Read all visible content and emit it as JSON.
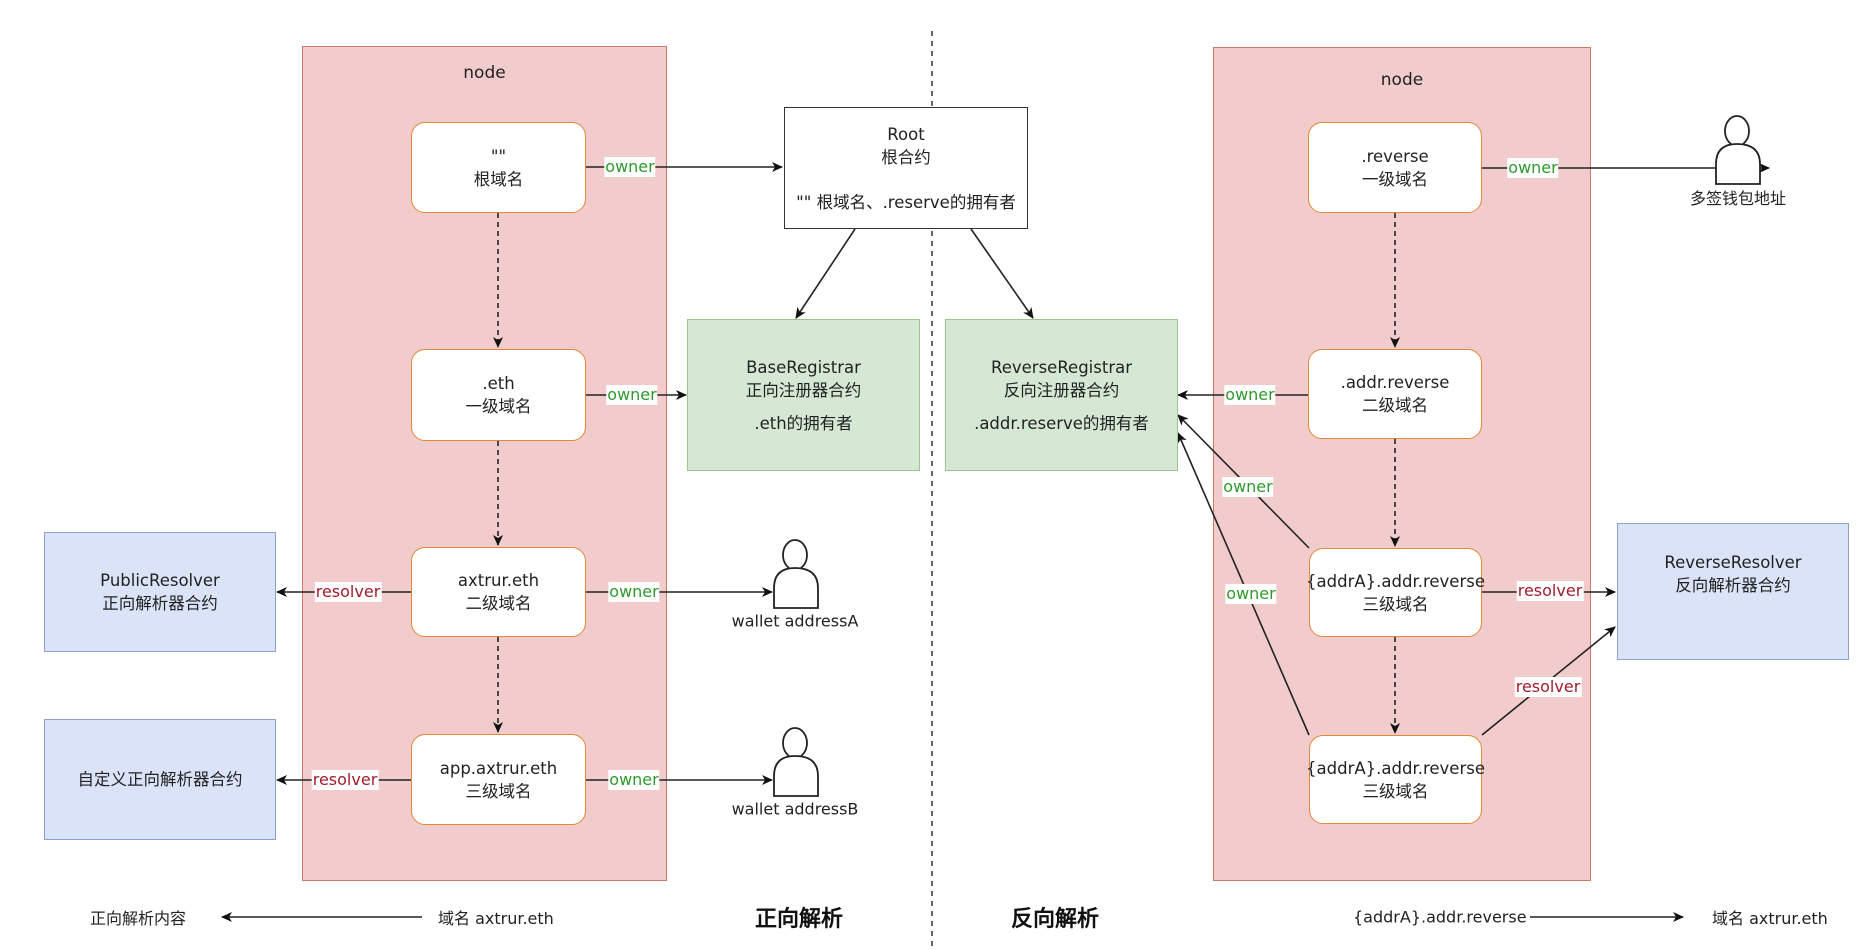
{
  "forward": {
    "container_title": "node",
    "nodes": [
      {
        "line1": "\"\"",
        "line2": "根域名"
      },
      {
        "line1": ".eth",
        "line2": "一级域名"
      },
      {
        "line1": "axtrur.eth",
        "line2": "二级域名"
      },
      {
        "line1": "app.axtrur.eth",
        "line2": "三级域名"
      }
    ],
    "base_registrar": {
      "name": "BaseRegistrar",
      "desc": "正向注册器合约",
      "note": ".eth的拥有者"
    },
    "public_resolver": {
      "name": "PublicResolver",
      "desc": "正向解析器合约"
    },
    "custom_resolver": {
      "desc": "自定义正向解析器合约"
    },
    "wallet_a": "wallet addressA",
    "wallet_b": "wallet addressB",
    "legend": {
      "target": "正向解析内容",
      "source": "域名 axtrur.eth"
    },
    "section_title": "正向解析"
  },
  "root": {
    "name": "Root",
    "desc": "根合约",
    "note": "\"\" 根域名、.reserve的拥有者"
  },
  "reverse": {
    "container_title": "node",
    "nodes": [
      {
        "line1": ".reverse",
        "line2": "一级域名"
      },
      {
        "line1": ".addr.reverse",
        "line2": "二级域名"
      },
      {
        "line1": "{addrA}.addr.reverse",
        "line2": "三级域名"
      },
      {
        "line1": "{addrA}.addr.reverse",
        "line2": "三级域名"
      }
    ],
    "reverse_registrar": {
      "name": "ReverseRegistrar",
      "desc": "反向注册器合约",
      "note": ".addr.reserve的拥有者"
    },
    "reverse_resolver": {
      "name": "ReverseResolver",
      "desc": "反向解析器合约"
    },
    "multisig": "多签钱包地址",
    "legend": {
      "source": "{addrA}.addr.reverse",
      "target": "域名 axtrur.eth"
    },
    "section_title": "反向解析"
  },
  "edge_labels": {
    "owner": "owner",
    "resolver": "resolver"
  },
  "colors": {
    "owner": "#2e9a2e",
    "resolver": "#a01c2c",
    "node_container": "#f2cccc",
    "registrar": "#d5e8d4",
    "resolver_contract": "#dae3f8"
  }
}
